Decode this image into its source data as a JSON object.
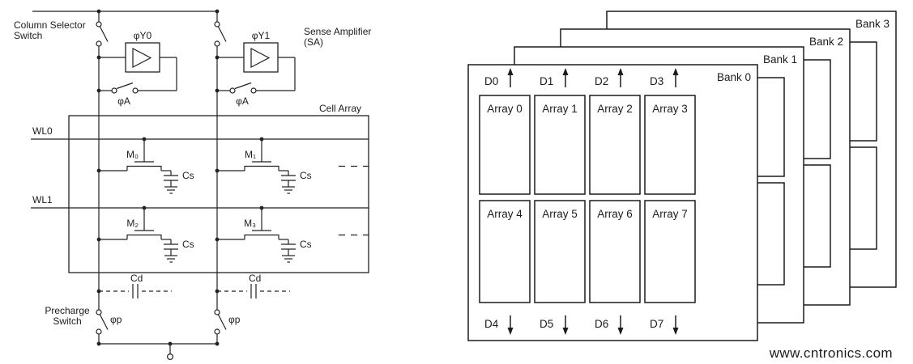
{
  "schematic": {
    "column_selector_switch_label": [
      "Column Selector",
      "Switch"
    ],
    "sense_amplifier_label": [
      "Sense Amplifier",
      "(SA)"
    ],
    "precharge_switch_label": [
      "Precharge",
      "Switch"
    ],
    "cell_array_label": "Cell Array",
    "signals": {
      "phi_y0": "φY0",
      "phi_y1": "φY1",
      "phi_a": "φA",
      "phi_p": "φp"
    },
    "word_lines": [
      "WL0",
      "WL1"
    ],
    "transistors": [
      "M₀",
      "M₁",
      "M₂",
      "M₃"
    ],
    "storage_capacitor": "Cs",
    "bitline_capacitor": "Cd"
  },
  "bank_diagram": {
    "banks": [
      "Bank 0",
      "Bank 1",
      "Bank 2",
      "Bank 3"
    ],
    "arrays": [
      "Array 0",
      "Array 1",
      "Array 2",
      "Array 3",
      "Array 4",
      "Array 5",
      "Array 6",
      "Array 7"
    ],
    "data_lines_top": [
      "D0",
      "D1",
      "D2",
      "D3"
    ],
    "data_lines_bottom": [
      "D4",
      "D5",
      "D6",
      "D7"
    ]
  },
  "watermark": {
    "text": "www.cntronics.com",
    "color": "#a9cf7b"
  }
}
